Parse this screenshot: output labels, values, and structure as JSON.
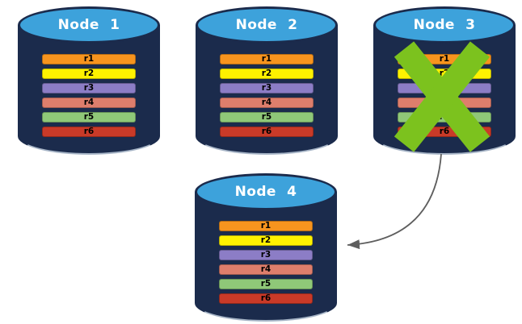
{
  "colors": {
    "background": "#FFFFFF",
    "cylinder-body": "#1B2B4C",
    "cylinder-top": "#3DA2DB",
    "cylinder-rim": "#A6B4C6",
    "x-mark": "#7CC21E",
    "arrow": "#5E5E5E",
    "bar-text": "#000000",
    "node-label-text": "#FFFFFF"
  },
  "diagram": {
    "rows": [
      {
        "label": "r1",
        "color": "#F7941E"
      },
      {
        "label": "r2",
        "color": "#FFF200"
      },
      {
        "label": "r3",
        "color": "#8C7DC6"
      },
      {
        "label": "r4",
        "color": "#DE7E6C"
      },
      {
        "label": "r5",
        "color": "#8FC878"
      },
      {
        "label": "r6",
        "color": "#C93A28"
      }
    ],
    "nodes": [
      {
        "label": "Node 1",
        "failed": false
      },
      {
        "label": "Node 2",
        "failed": false
      },
      {
        "label": "Node 3",
        "failed": true
      },
      {
        "label": "Node 4",
        "failed": false
      }
    ],
    "annotations": {
      "x_mark_on": "Node 3",
      "arrow": {
        "from": "Node 3",
        "to": "Node 4"
      }
    }
  }
}
